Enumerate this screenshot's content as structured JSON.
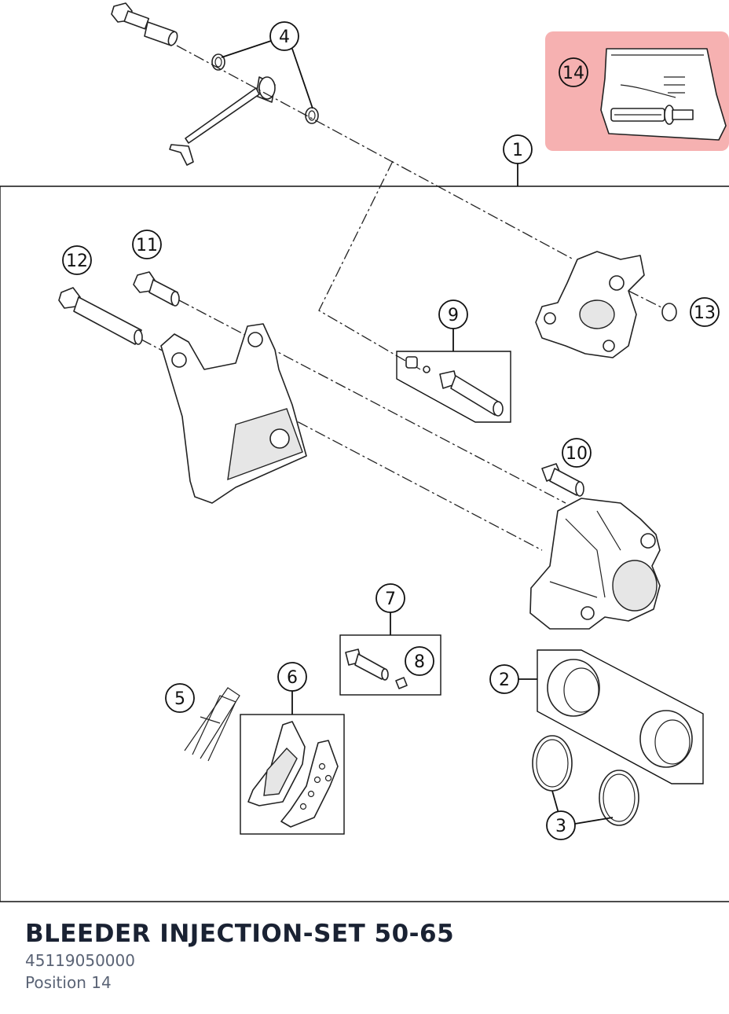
{
  "callouts": [
    "1",
    "2",
    "3",
    "4",
    "5",
    "6",
    "7",
    "8",
    "9",
    "10",
    "11",
    "12",
    "13",
    "14"
  ],
  "info": {
    "title": "BLEEDER INJECTION-SET 50-65",
    "part_number": "45119050000",
    "position": "Position 14"
  },
  "colors": {
    "highlight": "#f5a3a3",
    "line": "#222222",
    "title": "#1a2233",
    "meta": "#5a6375"
  }
}
